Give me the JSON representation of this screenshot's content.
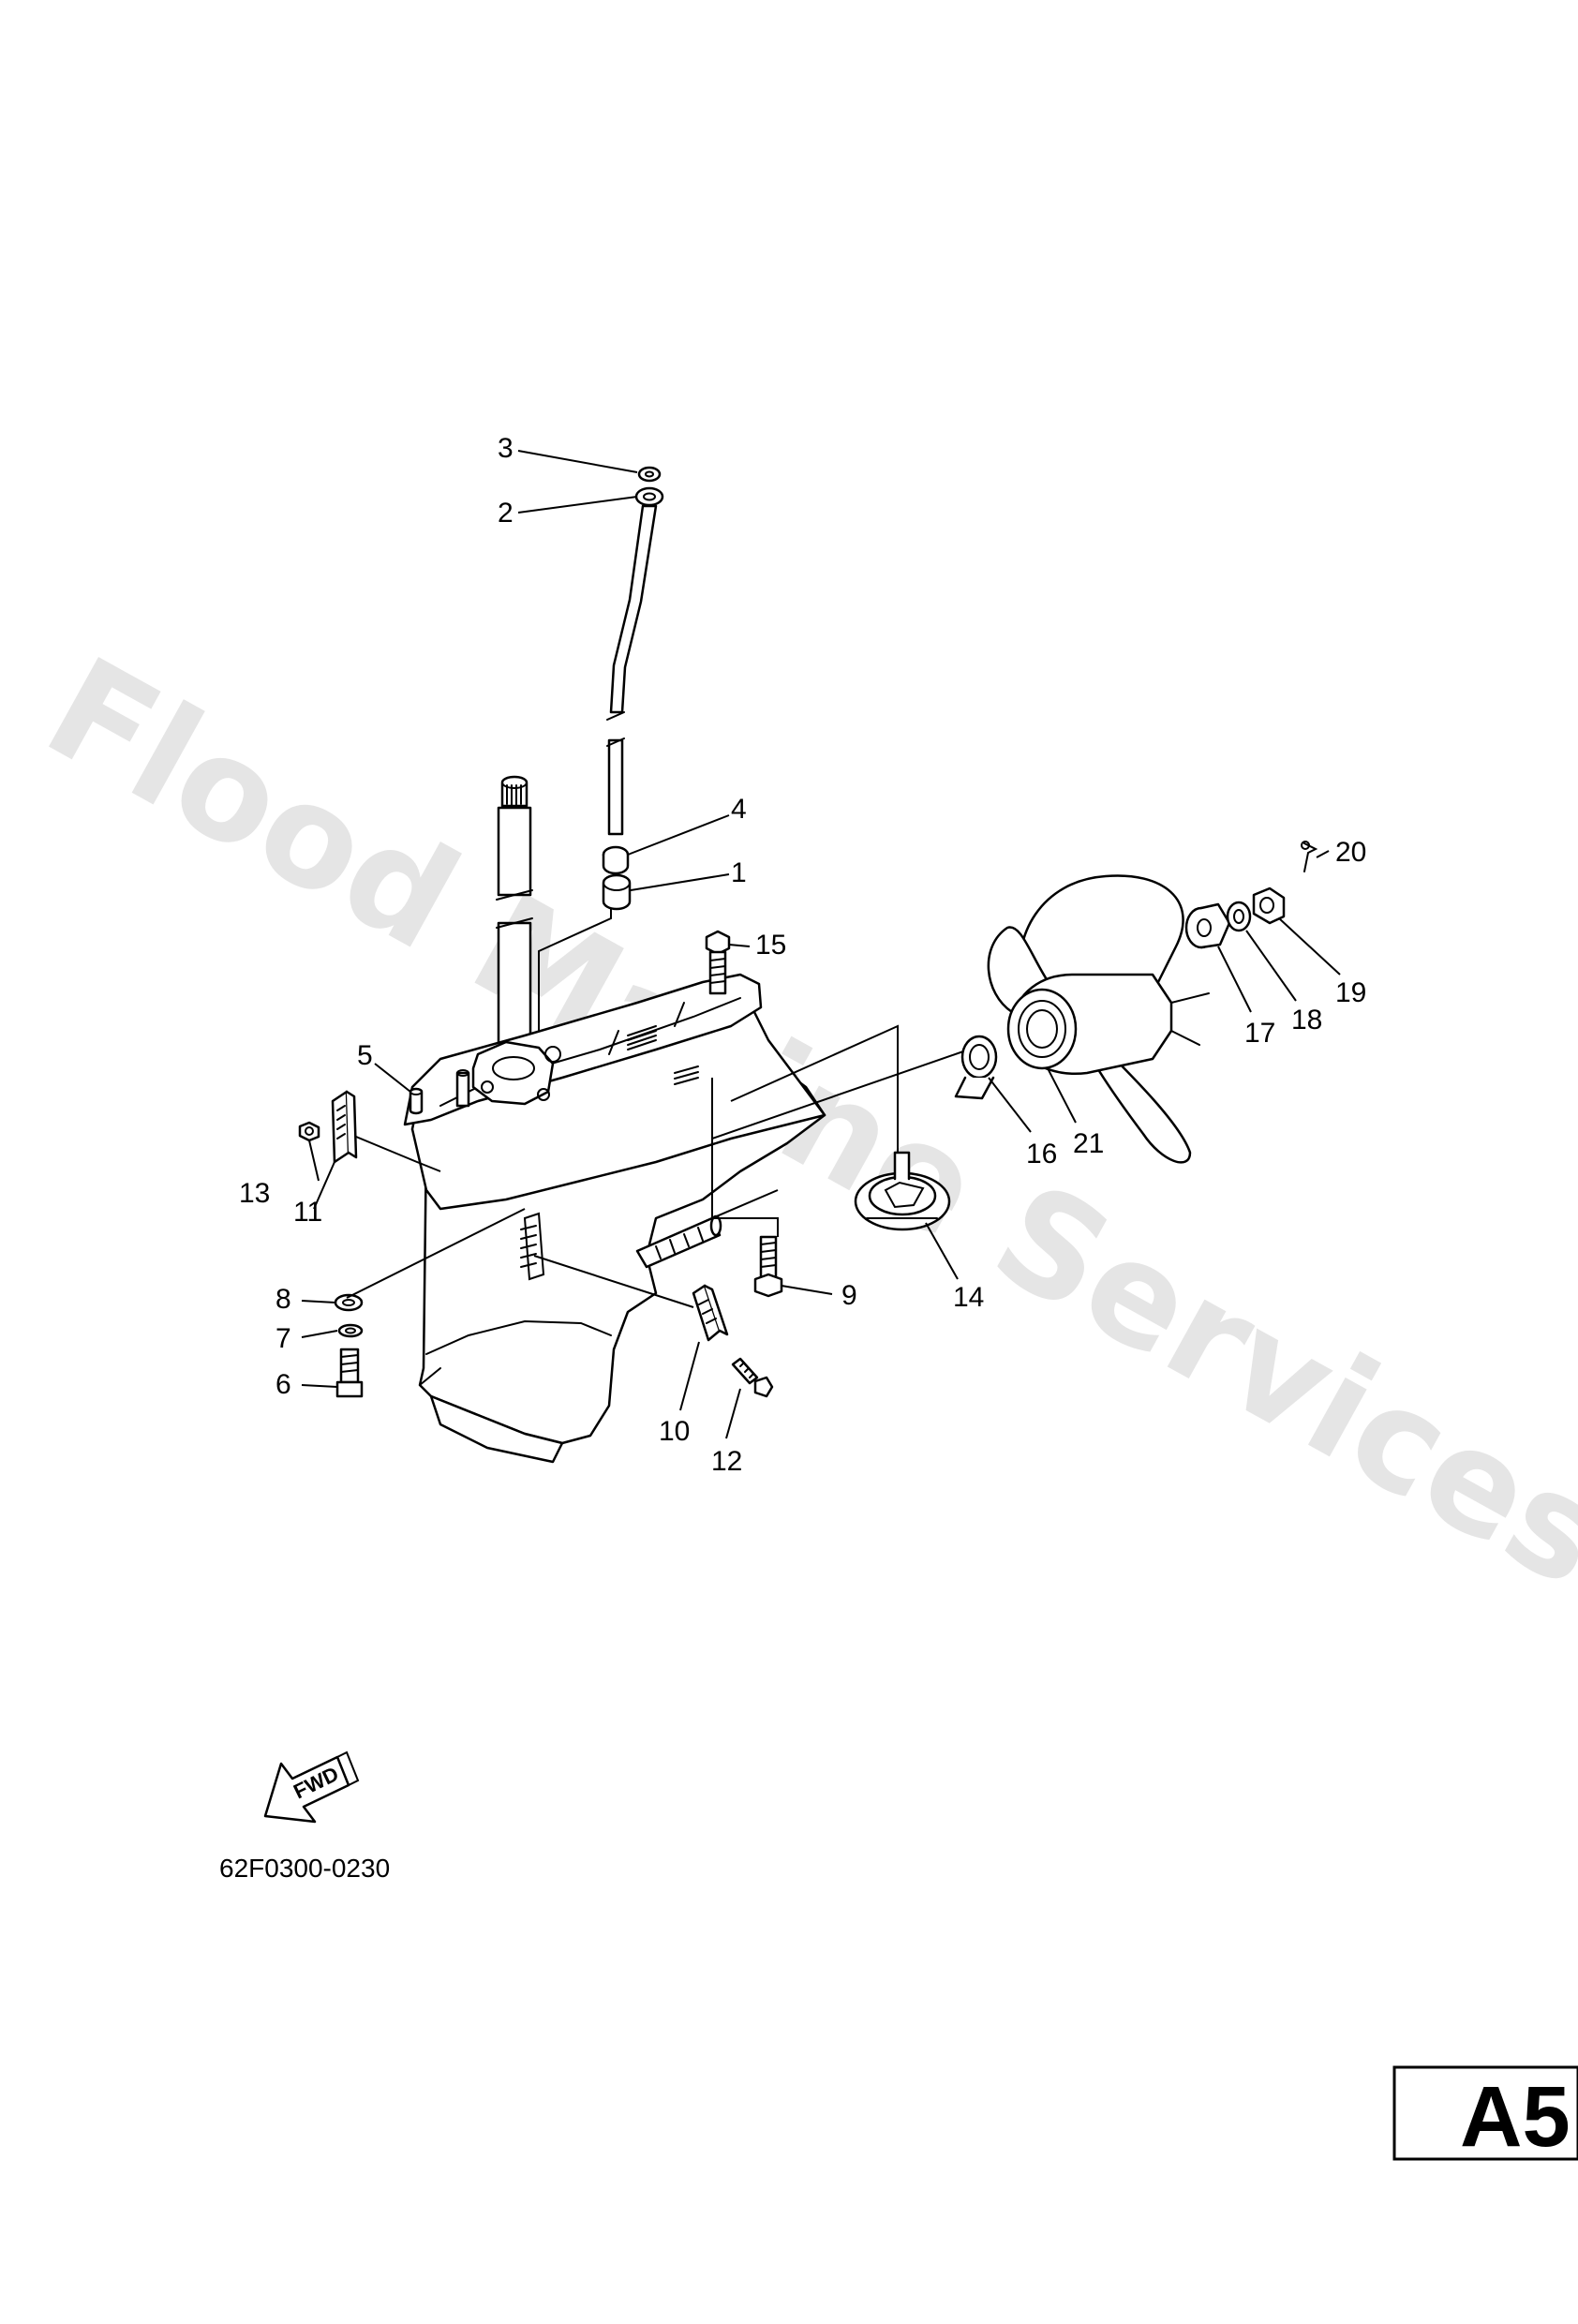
{
  "watermark": "Flood Marine Services",
  "diagram_code": "62F0300-0230",
  "page_label": "A5",
  "fwd_label": "FWD",
  "callouts": {
    "c1": "1",
    "c2": "2",
    "c3": "3",
    "c4": "4",
    "c5": "5",
    "c6": "6",
    "c7": "7",
    "c8": "8",
    "c9": "9",
    "c10": "10",
    "c11": "11",
    "c12": "12",
    "c13": "13",
    "c14": "14",
    "c15": "15",
    "c16": "16",
    "c17": "17",
    "c18": "18",
    "c19": "19",
    "c20": "20",
    "c21": "21"
  }
}
